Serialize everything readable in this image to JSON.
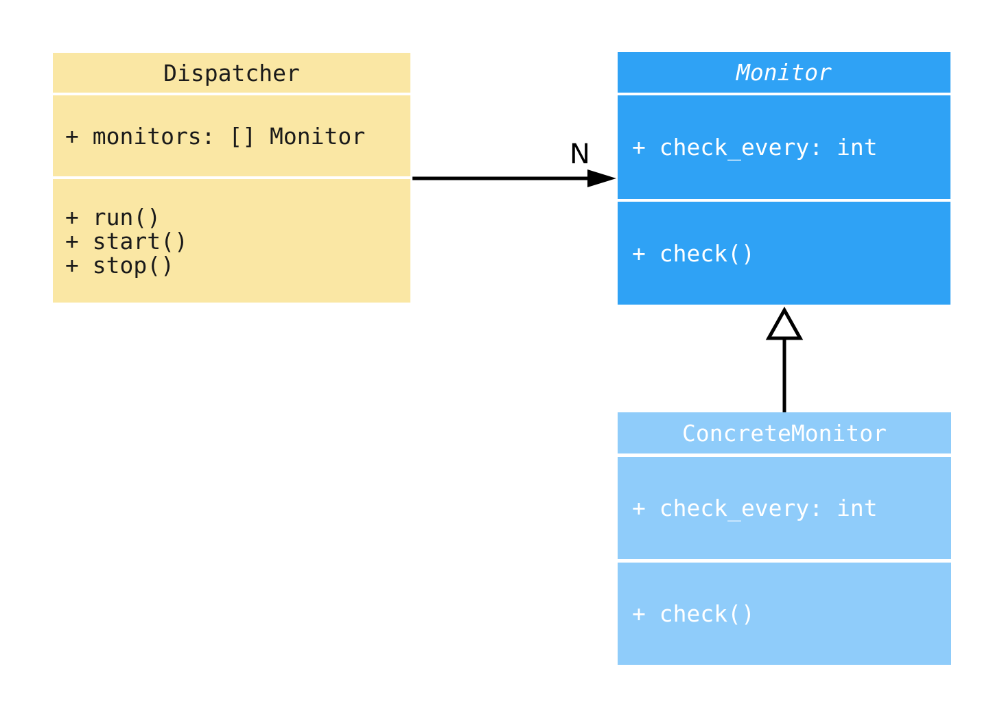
{
  "diagram": {
    "type": "uml-class-diagram",
    "classes": {
      "dispatcher": {
        "title": "Dispatcher",
        "attributes": [
          "+ monitors: [] Monitor"
        ],
        "methods": [
          "+ run()",
          "+ start()",
          "+ stop()"
        ]
      },
      "monitor": {
        "title": "Monitor",
        "attributes": [
          "+ check_every: int"
        ],
        "methods": [
          "+ check()"
        ]
      },
      "concrete_monitor": {
        "title": "ConcreteMonitor",
        "attributes": [
          "+ check_every: int"
        ],
        "methods": [
          "+ check()"
        ]
      }
    },
    "relationships": {
      "association": {
        "from": "Dispatcher",
        "to": "Monitor",
        "label": "N"
      },
      "inheritance": {
        "from": "ConcreteMonitor",
        "to": "Monitor"
      }
    },
    "colors": {
      "dispatcher_fill": "#FAE7A4",
      "monitor_fill": "#2FA2F5",
      "concrete_monitor_fill": "#8FCCFA",
      "dark_text": "#1A1A1A",
      "light_text": "#FFFFFF",
      "edge": "#000000"
    }
  }
}
